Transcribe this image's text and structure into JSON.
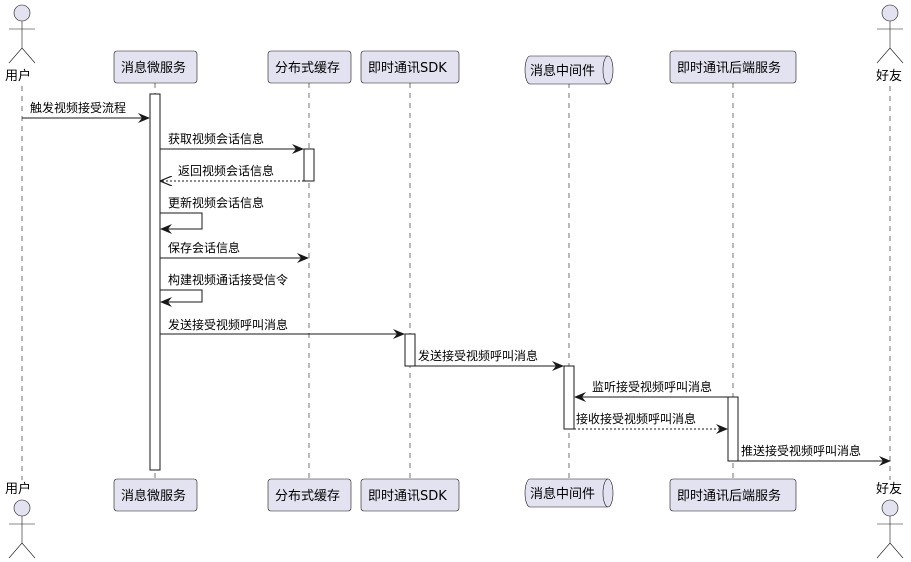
{
  "participants": {
    "user": "用户",
    "message_service": "消息微服务",
    "distributed_cache": "分布式缓存",
    "im_sdk": "即时通讯SDK",
    "message_queue": "消息中间件",
    "im_backend": "即时通讯后端服务",
    "friend": "好友"
  },
  "messages": [
    {
      "label": "触发视频接受流程",
      "type": "sync"
    },
    {
      "label": "获取视频会话信息",
      "type": "sync"
    },
    {
      "label": "返回视频会话信息",
      "type": "return"
    },
    {
      "label": "更新视频会话信息",
      "type": "self"
    },
    {
      "label": "保存会话信息",
      "type": "sync"
    },
    {
      "label": "构建视频通话接受信令",
      "type": "self"
    },
    {
      "label": "发送接受视频呼叫消息",
      "type": "sync"
    },
    {
      "label": "发送接受视频呼叫消息",
      "type": "sync"
    },
    {
      "label": "监听接受视频呼叫消息",
      "type": "sync"
    },
    {
      "label": "接收接受视频呼叫消息",
      "type": "return"
    },
    {
      "label": "推送接受视频呼叫消息",
      "type": "sync"
    }
  ]
}
